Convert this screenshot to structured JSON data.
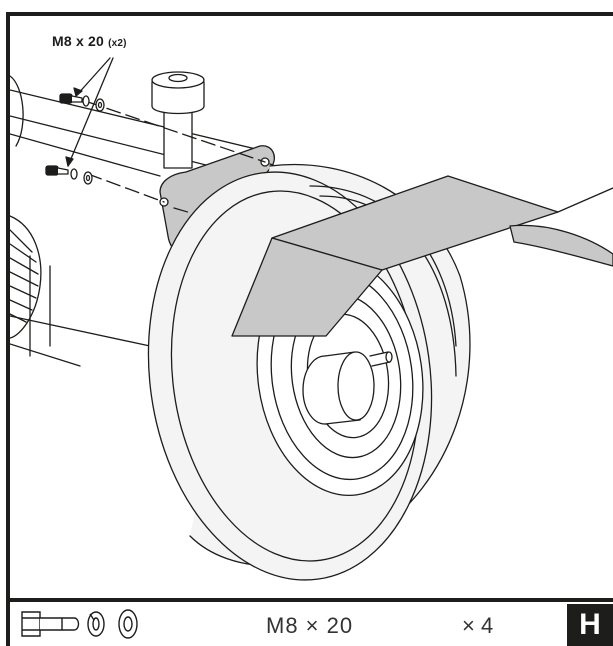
{
  "callout": {
    "size": "M8 x 20",
    "qty": "(x2)"
  },
  "footer": {
    "fastener_size": "M8 × 20",
    "quantity": "× 4",
    "step": "H"
  },
  "icons": [
    "bolt-icon",
    "spring-washer-icon",
    "flat-washer-icon"
  ],
  "colors": {
    "line": "#1d1d1b",
    "fender_fill": "#c8c8c8",
    "tire_fill": "#f4f4f4",
    "badge": "#1d1d1b"
  }
}
